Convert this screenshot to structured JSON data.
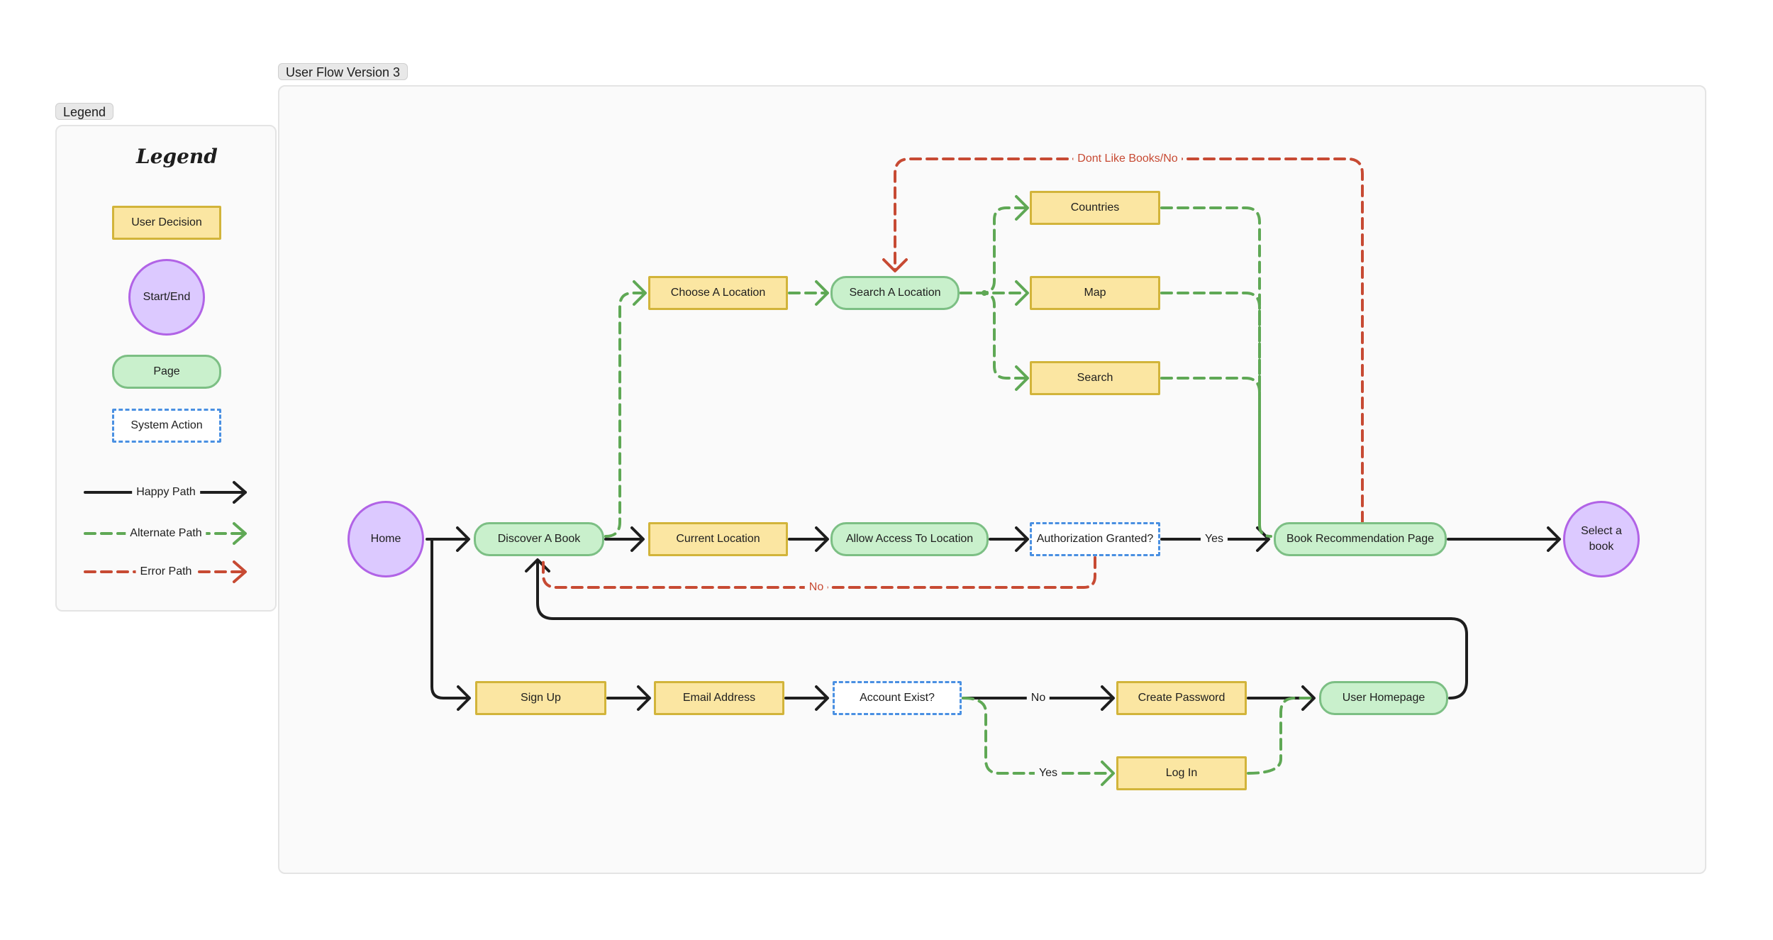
{
  "legend": {
    "tag": "Legend",
    "title": "Legend",
    "user_decision": "User Decision",
    "start_end": "Start/End",
    "page": "Page",
    "system_action": "System Action",
    "happy_path": "Happy Path",
    "alternate_path": "Alternate Path",
    "error_path": "Error Path"
  },
  "flow": {
    "tag": "User Flow Version 3",
    "nodes": {
      "home": "Home",
      "discover": "Discover A Book",
      "choose_location": "Choose A Location",
      "search_location": "Search A Location",
      "countries": "Countries",
      "map": "Map",
      "search": "Search",
      "current_location": "Current Location",
      "allow_access": "Allow Access To Location",
      "auth_granted": "Authorization Granted?",
      "recommendation": "Book Recommendation Page",
      "select_book_line1": "Select a",
      "select_book_line2": "book",
      "sign_up": "Sign Up",
      "email": "Email Address",
      "account_exist": "Account Exist?",
      "create_password": "Create Password",
      "log_in": "Log In",
      "user_homepage": "User Homepage"
    },
    "edge_labels": {
      "dont_like": "Dont Like Books/No",
      "auth_yes": "Yes",
      "auth_no": "No",
      "account_no": "No",
      "account_yes": "Yes"
    }
  },
  "colors": {
    "happy": "#1e1e1e",
    "alternate": "#5fa855",
    "error": "#c74a33",
    "decision_fill": "#fbe6a2",
    "page_fill": "#c9f0cc",
    "startend_fill": "#dcc9ff",
    "system_border": "#4a90e2"
  }
}
